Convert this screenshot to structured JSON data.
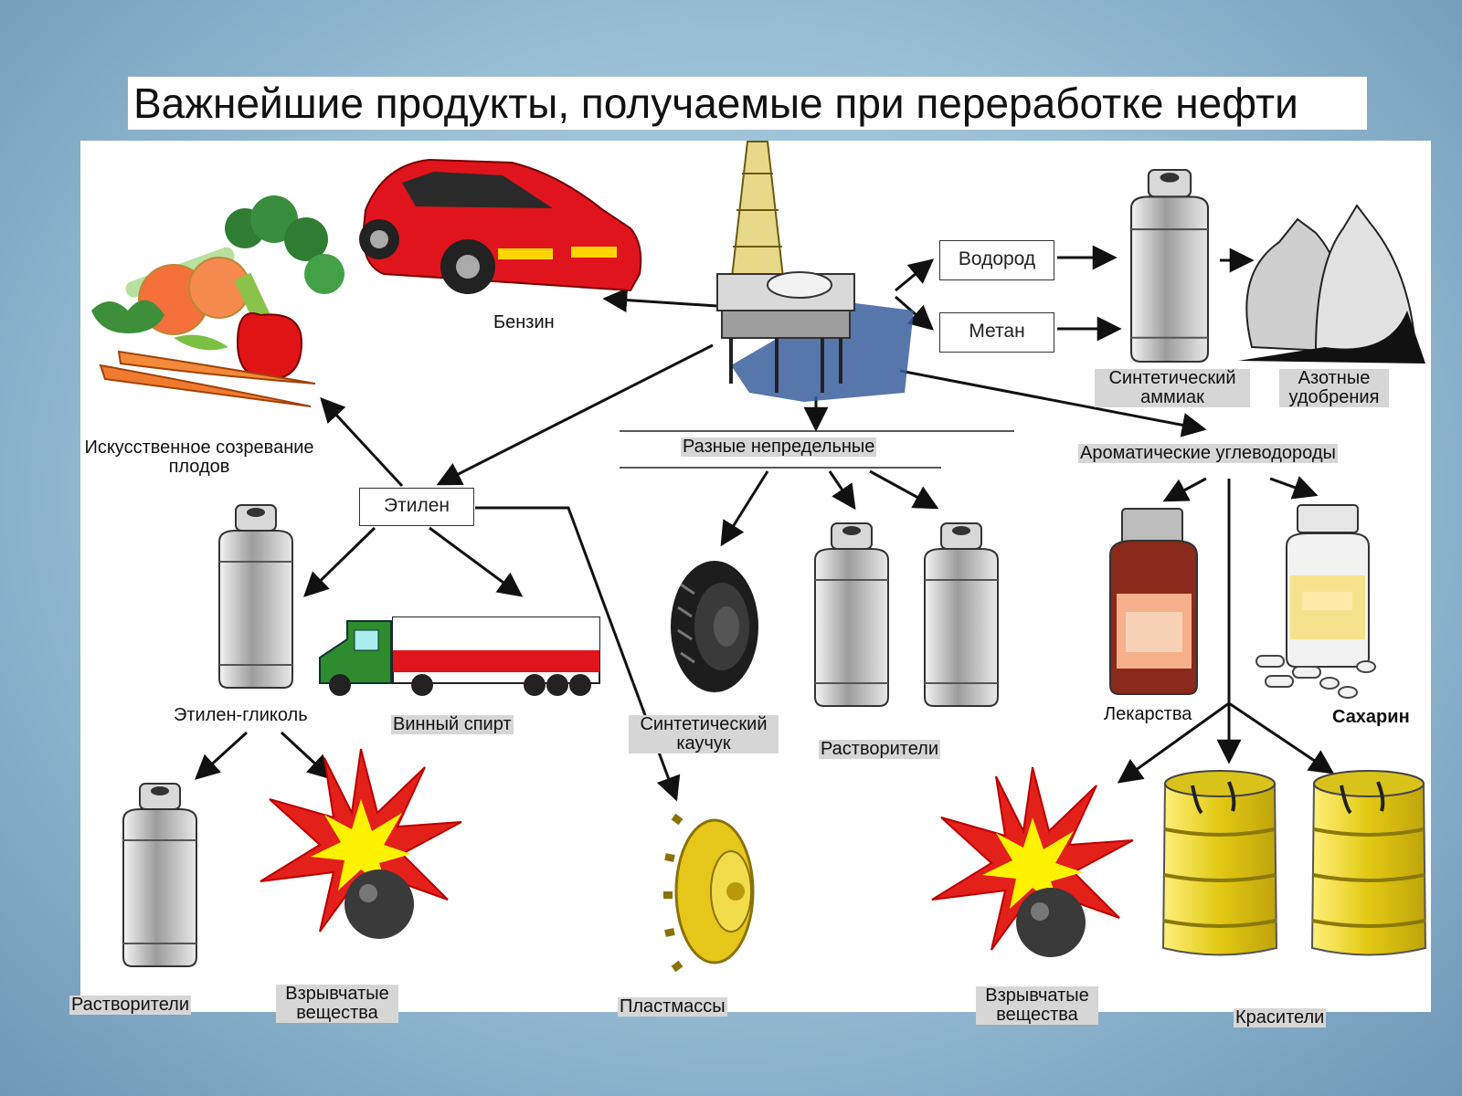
{
  "title": "Важнейшие продукты, получаемые при переработке нефти",
  "nodes": {
    "benzin": "Бензин",
    "vodorod": "Водород",
    "metan": "Метан",
    "ammiak": "Синтетический аммиак",
    "udobreniya": "Азотные удобрения",
    "sozrevanie": "Искусственное созревание плодов",
    "etilen": "Этилен",
    "neprdelnye": "Разные непредельные",
    "aromat": "Ароматические углеводороды",
    "glikol": "Этилен-гликоль",
    "spirt": "Винный спирт",
    "kauchuk": "Синтетический каучук",
    "rastvoriteli_mid": "Растворители",
    "lekarstva": "Лекарства",
    "saharin": "Сахарин",
    "rastvoriteli_left": "Растворители",
    "vzryv_left": "Взрывчатые вещества",
    "plastmassy": "Пластмассы",
    "vzryv_right": "Взрывчатые вещества",
    "krasiteli": "Красители"
  },
  "colors": {
    "background": "#97bdd4",
    "car": "#e0141c",
    "barrel": "#e8d21a",
    "gear": "#e6c619",
    "bottle": "#b4b4b4",
    "medicine": "#8a2a1a"
  },
  "icons": [
    "vegetables-icon",
    "car-icon",
    "oil-platform-icon",
    "bottle-icon",
    "fertilizer-bag-icon",
    "truck-icon",
    "tire-icon",
    "gear-icon",
    "explosion-icon",
    "barrel-icon",
    "medicine-bottle-icon",
    "pills-icon"
  ]
}
